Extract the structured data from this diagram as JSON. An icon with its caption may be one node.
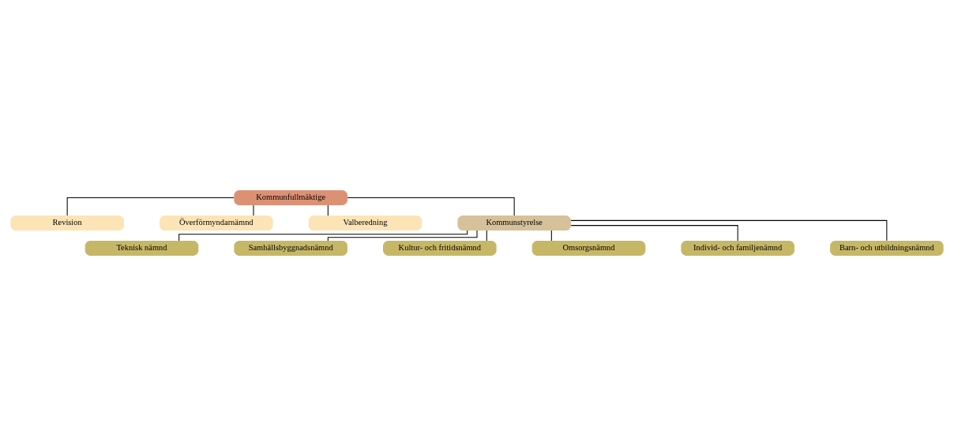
{
  "diagram": {
    "nodes": [
      {
        "text": [
          "Kommunfullmäktige"
        ]
      },
      {
        "text": [
          "Revision"
        ]
      },
      {
        "text": [
          "Överförmyndarnämnd"
        ]
      },
      {
        "text": [
          "Valberedning"
        ]
      },
      {
        "text": [
          "Kommunstyrelse"
        ]
      },
      {
        "text": [
          "Teknisk nämnd"
        ]
      },
      {
        "text": [
          "Samhällsbyggnadsnämnd"
        ]
      },
      {
        "text": [
          "Kultur- och fritidsnämnd"
        ]
      },
      {
        "text": [
          "Omsorgsnämnd"
        ]
      },
      {
        "text": [
          "Individ- och familjenämnd"
        ]
      },
      {
        "text": [
          "Barn- och utbildningsnämnd"
        ]
      }
    ],
    "edges": [
      {
        "from": 0,
        "to": 1,
        "arrow": "none"
      },
      {
        "from": 0,
        "to": 2,
        "arrow": "none"
      },
      {
        "from": 0,
        "to": 3,
        "arrow": "none"
      },
      {
        "from": 0,
        "to": 4,
        "arrow": "none"
      },
      {
        "from": 4,
        "to": 5,
        "arrow": "none"
      },
      {
        "from": 4,
        "to": 6,
        "arrow": "none"
      },
      {
        "from": 4,
        "to": 7,
        "arrow": "none"
      },
      {
        "from": 4,
        "to": 8,
        "arrow": "none"
      },
      {
        "from": 4,
        "to": 9,
        "arrow": "none"
      },
      {
        "from": 4,
        "to": 10,
        "arrow": "none"
      }
    ]
  }
}
